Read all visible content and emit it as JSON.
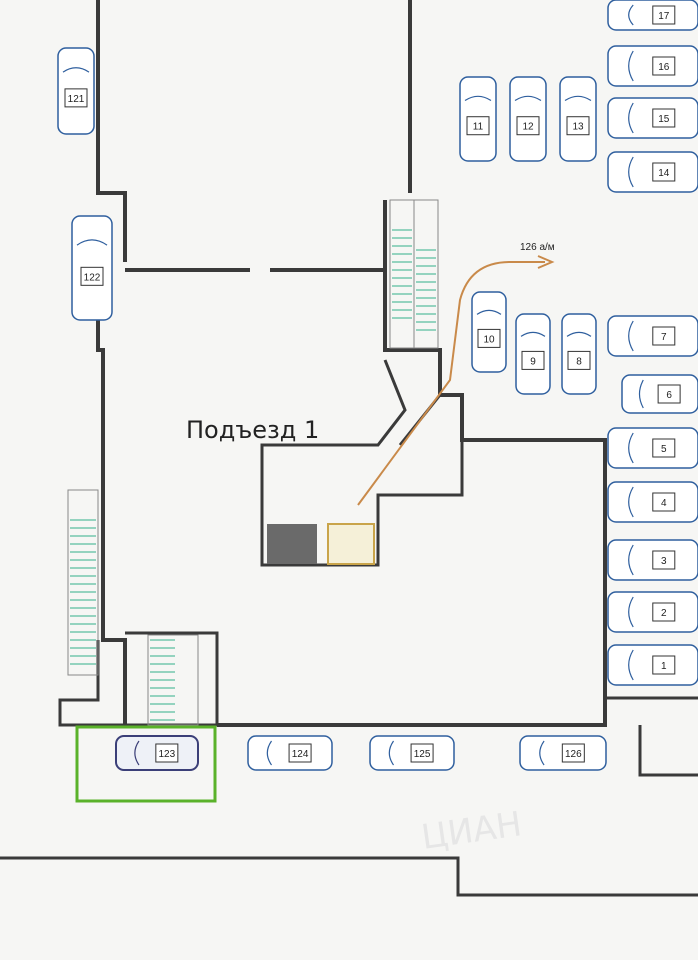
{
  "plan": {
    "entrance_title": "Подъезд 1",
    "route_label": "126 а/м",
    "watermark": "ЦИАН",
    "colors": {
      "wall": "#3a3a3a",
      "car_outline": "#2f5f9e",
      "car_fill": "#ffffff",
      "stairs": "#31b08a",
      "route_arrow": "#c98a4a",
      "highlight": "#5ab22a"
    },
    "highlighted_spot": "123",
    "spots": [
      {
        "id": "1",
        "label": "1"
      },
      {
        "id": "2",
        "label": "2"
      },
      {
        "id": "3",
        "label": "3"
      },
      {
        "id": "4",
        "label": "4"
      },
      {
        "id": "5",
        "label": "5"
      },
      {
        "id": "6",
        "label": "6"
      },
      {
        "id": "7",
        "label": "7"
      },
      {
        "id": "8",
        "label": "8"
      },
      {
        "id": "9",
        "label": "9"
      },
      {
        "id": "10",
        "label": "10"
      },
      {
        "id": "11",
        "label": "11"
      },
      {
        "id": "12",
        "label": "12"
      },
      {
        "id": "13",
        "label": "13"
      },
      {
        "id": "14",
        "label": "14"
      },
      {
        "id": "15",
        "label": "15"
      },
      {
        "id": "16",
        "label": "16"
      },
      {
        "id": "17",
        "label": "17"
      },
      {
        "id": "121",
        "label": "121"
      },
      {
        "id": "122",
        "label": "122"
      },
      {
        "id": "123",
        "label": "123"
      },
      {
        "id": "124",
        "label": "124"
      },
      {
        "id": "125",
        "label": "125"
      },
      {
        "id": "126",
        "label": "126"
      }
    ]
  }
}
